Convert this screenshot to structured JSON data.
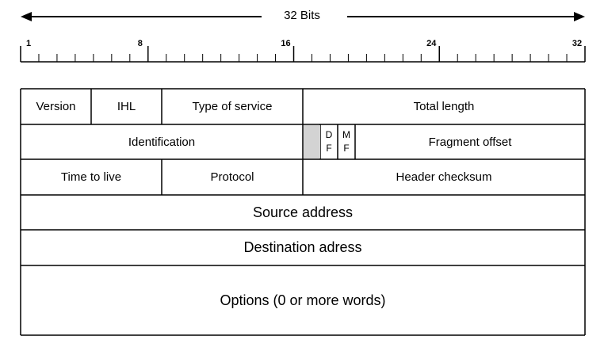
{
  "title": "32 Bits",
  "ruler": {
    "start": 1,
    "end": 32,
    "labels": [
      "1",
      "8",
      "16",
      "24",
      "32"
    ]
  },
  "rows": [
    [
      {
        "label": "Version",
        "name": "field-version"
      },
      {
        "label": "IHL",
        "name": "field-ihl"
      },
      {
        "label": "Type of service",
        "name": "field-type-of-service"
      },
      {
        "label": "Total length",
        "name": "field-total-length"
      }
    ],
    [
      {
        "label": "Identification",
        "name": "field-identification"
      },
      {
        "label": "",
        "name": "field-reserved-bit"
      },
      {
        "label": "D F",
        "name": "field-df-flag",
        "top": "D",
        "bottom": "F"
      },
      {
        "label": "M F",
        "name": "field-mf-flag",
        "top": "M",
        "bottom": "F"
      },
      {
        "label": "Fragment offset",
        "name": "field-fragment-offset"
      }
    ],
    [
      {
        "label": "Time to live",
        "name": "field-time-to-live"
      },
      {
        "label": "Protocol",
        "name": "field-protocol"
      },
      {
        "label": "Header checksum",
        "name": "field-header-checksum"
      }
    ],
    [
      {
        "label": "Source address",
        "name": "field-source-address"
      }
    ],
    [
      {
        "label": "Destination adress",
        "name": "field-destination-address"
      }
    ],
    [
      {
        "label": "Options (0 or more words)",
        "name": "field-options"
      }
    ]
  ],
  "colors": {
    "line": "#000000",
    "reserved_fill": "#d3d3d3",
    "background": "#ffffff"
  }
}
